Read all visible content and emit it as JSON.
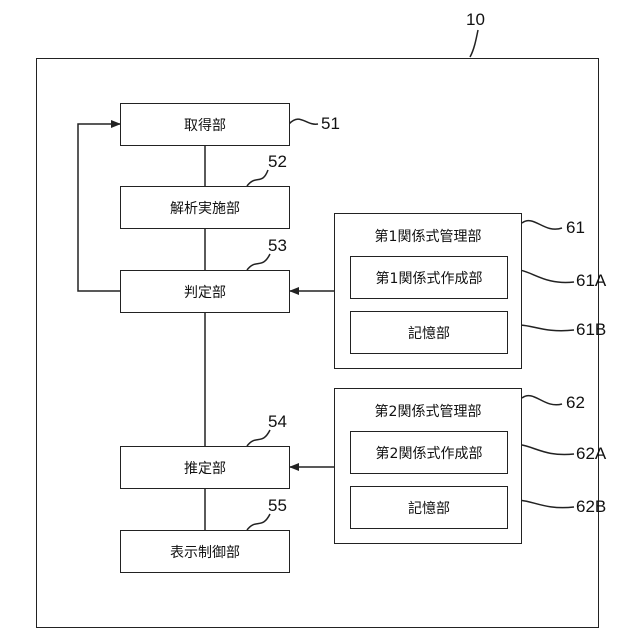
{
  "figure": {
    "ref": "10",
    "blocks": {
      "b51": {
        "label": "取得部",
        "ref": "51"
      },
      "b52": {
        "label": "解析実施部",
        "ref": "52"
      },
      "b53": {
        "label": "判定部",
        "ref": "53"
      },
      "b54": {
        "label": "推定部",
        "ref": "54"
      },
      "b55": {
        "label": "表示制御部",
        "ref": "55"
      }
    },
    "group61": {
      "title": "第1関係式管理部",
      "ref": "61",
      "sub_a": {
        "label": "第1関係式作成部",
        "ref": "61A"
      },
      "sub_b": {
        "label": "記憶部",
        "ref": "61B"
      }
    },
    "group62": {
      "title": "第2関係式管理部",
      "ref": "62",
      "sub_a": {
        "label": "第2関係式作成部",
        "ref": "62A"
      },
      "sub_b": {
        "label": "記憶部",
        "ref": "62B"
      }
    }
  }
}
